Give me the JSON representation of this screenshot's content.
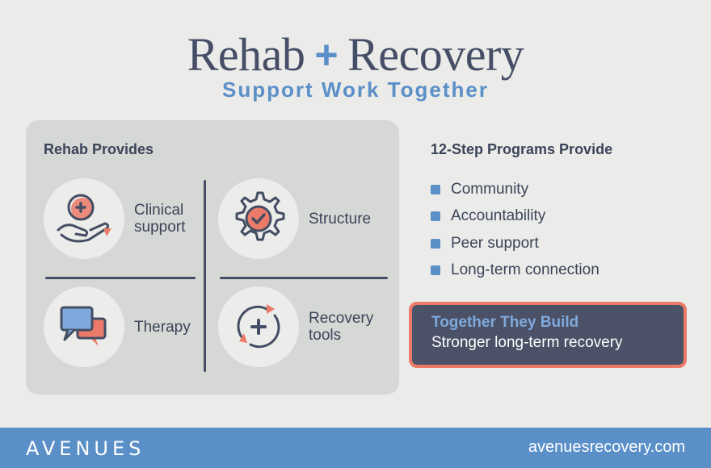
{
  "header": {
    "title_left": "Rehab",
    "title_plus": "+",
    "title_right": "Recovery",
    "subtitle": "Support Work Together"
  },
  "rehab": {
    "heading": "Rehab Provides",
    "items": [
      {
        "label_line1": "Clinical",
        "label_line2": "support",
        "icon": "hand-medical-icon"
      },
      {
        "label_line1": "Structure",
        "label_line2": "",
        "icon": "gear-check-icon"
      },
      {
        "label_line1": "Therapy",
        "label_line2": "",
        "icon": "chat-bubbles-icon"
      },
      {
        "label_line1": "Recovery",
        "label_line2": "tools",
        "icon": "cycle-plus-icon"
      }
    ]
  },
  "steps": {
    "heading": "12-Step Programs Provide",
    "items": [
      "Community",
      "Accountability",
      "Peer support",
      "Long-term connection"
    ]
  },
  "together": {
    "title": "Together They Build",
    "subtitle": "Stronger long-term recovery"
  },
  "footer": {
    "logo": "AVENUES",
    "url": "avenuesrecovery.com"
  },
  "colors": {
    "accent_blue": "#5b8fc8",
    "navy": "#454e66",
    "coral": "#ec7a68",
    "panel": "#d6d8d5"
  }
}
